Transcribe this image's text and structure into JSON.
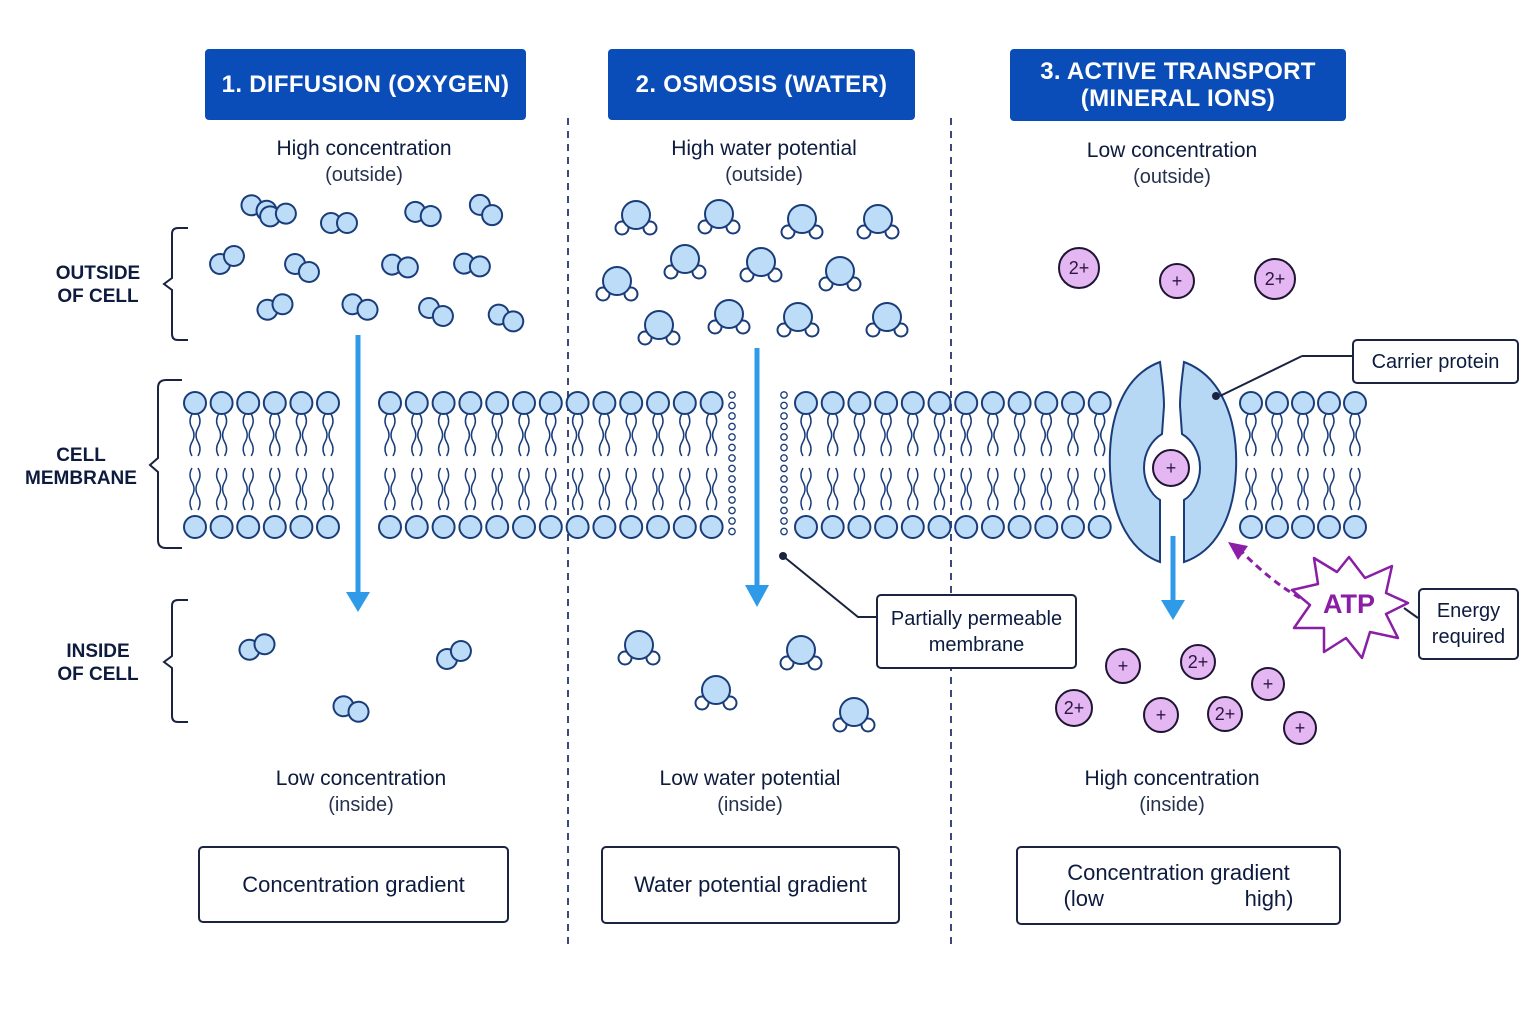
{
  "panels": [
    {
      "title": "1. DIFFUSION (OXYGEN)",
      "top_label": "High concentration",
      "top_sub": "(outside)",
      "bottom_label": "Low concentration",
      "bottom_sub": "(inside)",
      "gradient": "Concentration gradient"
    },
    {
      "title": "2. OSMOSIS (WATER)",
      "top_label": "High water potential",
      "top_sub": "(outside)",
      "bottom_label": "Low water potential",
      "bottom_sub": "(inside)",
      "gradient": "Water potential gradient"
    },
    {
      "title_line1": "3. ACTIVE TRANSPORT",
      "title_line2": "(MINERAL IONS)",
      "top_label": "Low concentration",
      "top_sub": "(outside)",
      "bottom_label": "High concentration",
      "bottom_sub": "(inside)",
      "gradient_line1": "Concentration gradient",
      "gradient_low": "(low",
      "gradient_high": "high)"
    }
  ],
  "regions": {
    "outside_line1": "OUTSIDE",
    "outside_line2": "OF CELL",
    "membrane_line1": "CELL",
    "membrane_line2": "MEMBRANE",
    "inside_line1": "INSIDE",
    "inside_line2": "OF CELL"
  },
  "callouts": {
    "carrier_protein": "Carrier protein",
    "permeable_line1": "Partially permeable",
    "permeable_line2": "membrane",
    "energy_line1": "Energy",
    "energy_line2": "required",
    "atp": "ATP"
  },
  "ions": {
    "single": "+",
    "double": "2+"
  },
  "colors": {
    "title_bg": "#0a4db8",
    "molecule_fill": "#bcdcf7",
    "molecule_stroke": "#1a3d7a",
    "arrow": "#2f9be8",
    "ion_fill": "#e4b6f2",
    "ion_stroke": "#1e1533",
    "atp": "#8a1ea6",
    "protein_fill": "#b7d8f5"
  }
}
